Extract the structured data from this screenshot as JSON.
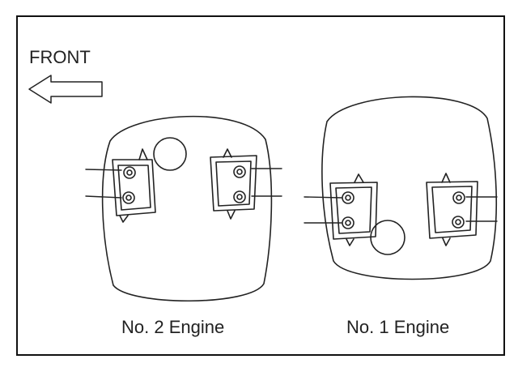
{
  "labels": {
    "front": "FRONT",
    "engine_left": "No. 2 Engine",
    "engine_right": "No. 1 Engine"
  },
  "colors": {
    "line": "#222222",
    "background": "#ffffff"
  },
  "icons": {
    "direction": "arrow-left-icon"
  }
}
